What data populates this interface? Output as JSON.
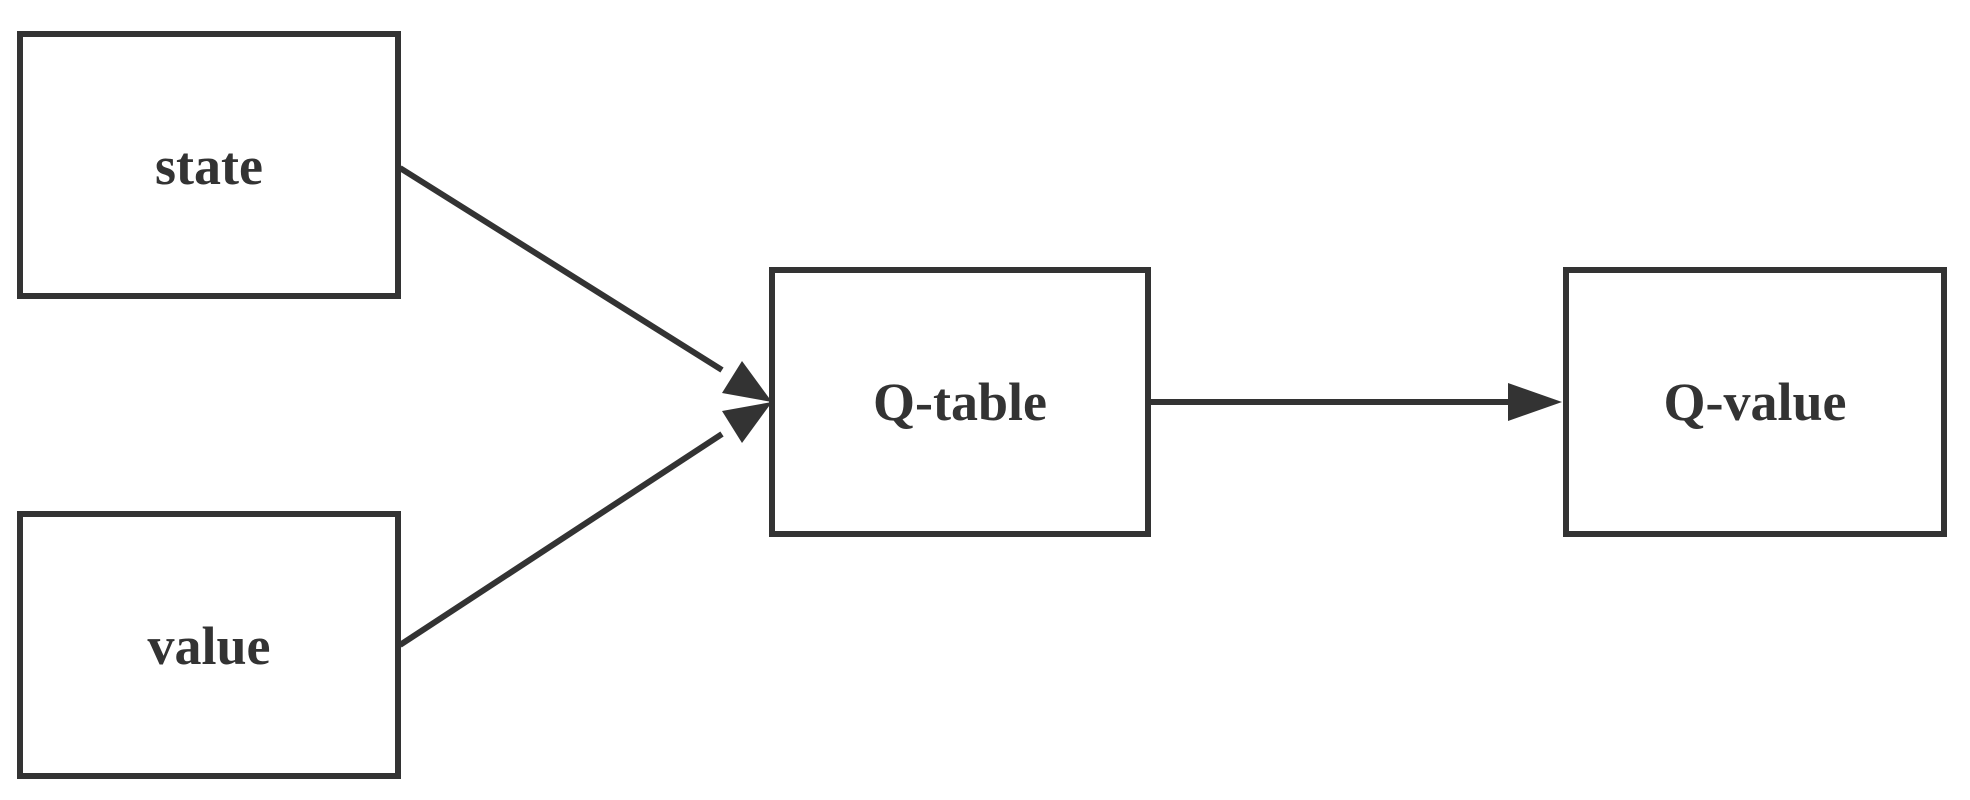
{
  "diagram": {
    "nodes": {
      "state": {
        "label": "state"
      },
      "value": {
        "label": "value"
      },
      "q_table": {
        "label": "Q-table"
      },
      "q_value": {
        "label": "Q-value"
      }
    },
    "edges": [
      {
        "from": "state",
        "to": "Q-table"
      },
      {
        "from": "value",
        "to": "Q-table"
      },
      {
        "from": "Q-table",
        "to": "Q-value"
      }
    ],
    "colors": {
      "stroke": "#333333",
      "background": "#ffffff"
    }
  }
}
